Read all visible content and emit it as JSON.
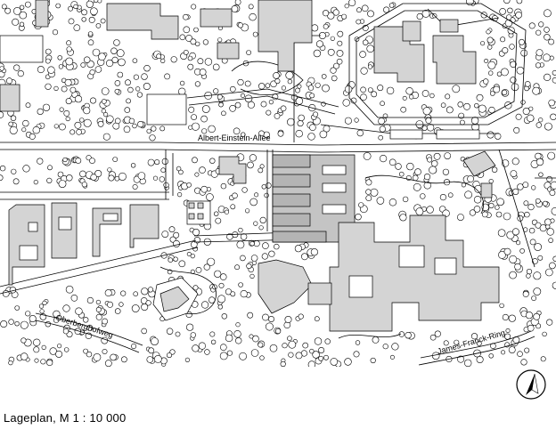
{
  "map": {
    "streets": {
      "albert_einstein_allee": "Albert-Einstein-Allee",
      "oberberghofweg": "Oberberghofweg",
      "james_franck_ring": "James-Franck-Ring"
    },
    "colors": {
      "building_fill": "#d4d4d4",
      "building_dark": "#b4b4b4",
      "line": "#000000",
      "background": "#ffffff"
    }
  },
  "caption": "Lageplan, M 1 : 10 000",
  "north_arrow": {
    "icon": "north-arrow-icon"
  }
}
